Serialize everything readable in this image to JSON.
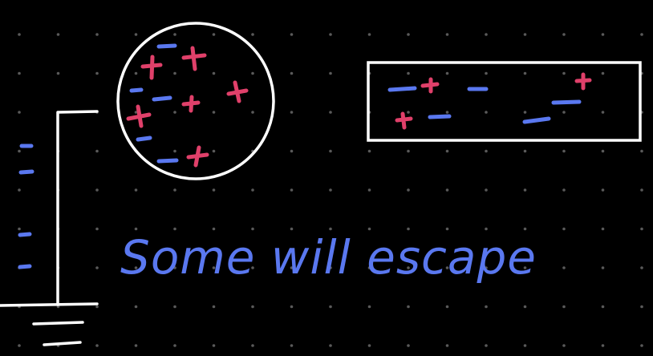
{
  "canvas": {
    "background": "#000000",
    "dot_color": "#5a5a5a",
    "ink_white": "#ffffff",
    "ink_blue": "#5a78f0",
    "ink_red": "#e0406a"
  },
  "caption": {
    "text": "Some will escape"
  },
  "sphere": {
    "description_label": "charged sphere with mixed charges"
  },
  "rectangle": {
    "description_label": "rectangular plate with mixed charges"
  },
  "ground": {
    "description_label": "ground connection"
  }
}
